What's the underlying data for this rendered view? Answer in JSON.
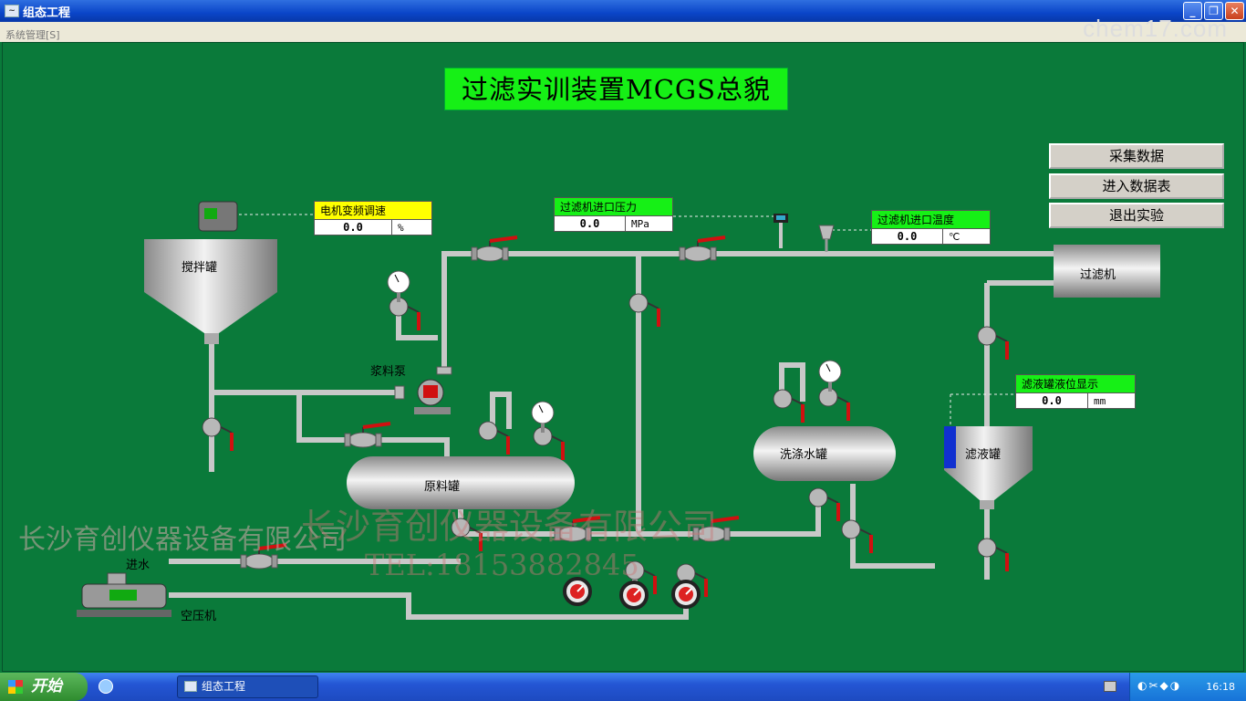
{
  "window": {
    "title": "组态工程",
    "buttons": [
      "_",
      "❐",
      "✕"
    ]
  },
  "menu": {
    "items": [
      "系统管理[S]"
    ]
  },
  "watermark_top": "chem17.com",
  "main_title": "过滤实训装置MCGS总貌",
  "side_buttons": {
    "collect": "采集数据",
    "enter_table": "进入数据表",
    "exit": "退出实验"
  },
  "panels": {
    "motor_speed": {
      "title": "电机变频调速",
      "value": "0.0",
      "unit": "%",
      "color": "#ffff00"
    },
    "inlet_pressure": {
      "title": "过滤机进口压力",
      "value": "0.0",
      "unit": "MPa",
      "color": "#16f016"
    },
    "inlet_temp": {
      "title": "过滤机进口温度",
      "value": "0.0",
      "unit": "℃",
      "color": "#16f016"
    },
    "filtrate_level": {
      "title": "滤液罐液位显示",
      "value": "0.0",
      "unit": "mm",
      "color": "#16f016"
    }
  },
  "labels": {
    "mixing_tank": "搅拌罐",
    "slurry_pump": "浆料泵",
    "raw_tank": "原料罐",
    "wash_tank": "洗涤水罐",
    "filter": "过滤机",
    "filtrate_tank": "滤液罐",
    "water_in": "进水",
    "compressor": "空压机"
  },
  "overlay_text": {
    "company_a": "长沙育创仪器设备有限公司",
    "company_b": "长沙育创仪器设备有限公司",
    "tel": "TEL:18153882845"
  },
  "taskbar": {
    "start": "开始",
    "task": "组态工程",
    "clock": "16:18"
  },
  "colors": {
    "background": "#0a7a3a",
    "pipe": "#c8c8c8",
    "valve_handle": "#d01010",
    "title_bg": "#16f016"
  }
}
